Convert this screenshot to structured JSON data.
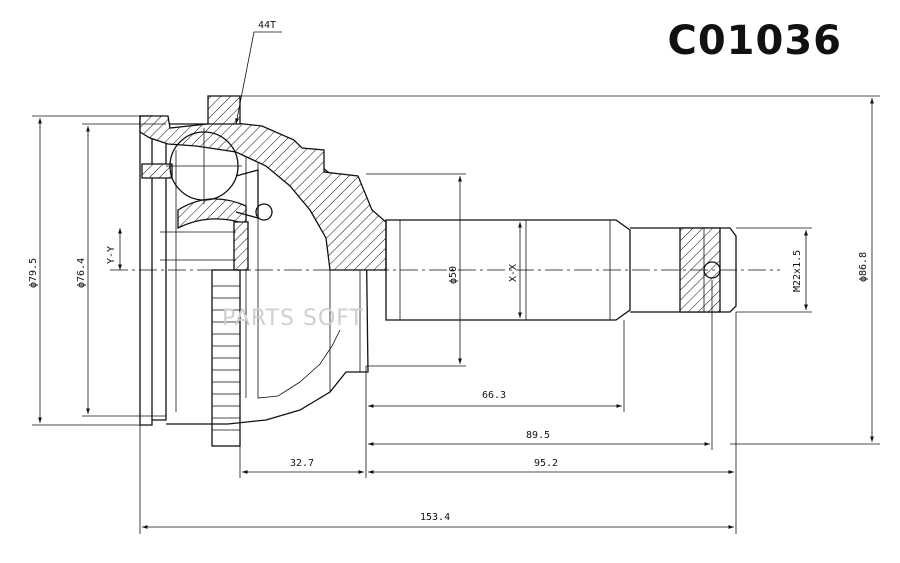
{
  "part_number": "C01036",
  "watermark": "PARTS SOFT",
  "labels": {
    "teeth": "44T",
    "section_y": "Y-Y",
    "section_x": "X-X",
    "thread": "M22x1.5"
  },
  "dimensions": {
    "dia_79_5": "ϕ79.5",
    "dia_76_4": "ϕ76.4",
    "dia_50": "ϕ50",
    "dia_86_8": "ϕ86.8",
    "len_66_3": "66.3",
    "len_89_5": "89.5",
    "len_32_7": "32.7",
    "len_95_2": "95.2",
    "len_153_4": "153.4"
  },
  "colors": {
    "line": "#111111",
    "watermark": "#cfcfcf",
    "background": "#ffffff"
  }
}
